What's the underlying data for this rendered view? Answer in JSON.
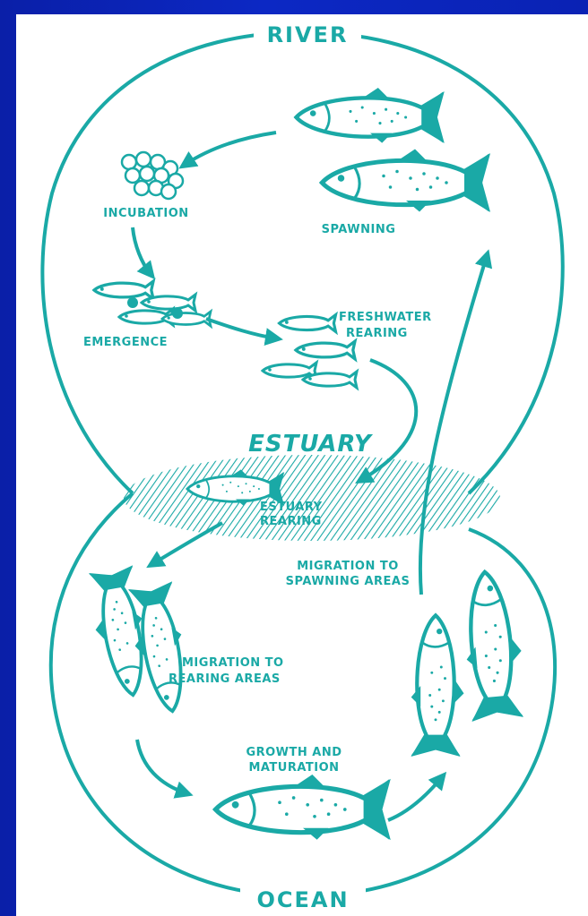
{
  "colors": {
    "background": "#0c28c4",
    "panel": "#ffffff",
    "ink": "#1aa9a6"
  },
  "diagram": {
    "top_label": "RIVER",
    "bottom_label": "OCEAN",
    "estuary_label": "ESTUARY",
    "stages": {
      "incubation": "INCUBATION",
      "spawning": "SPAWNING",
      "emergence": "EMERGENCE",
      "freshwater_rearing_line1": "FRESHWATER",
      "freshwater_rearing_line2": "REARING",
      "estuary_rearing_line1": "ESTUARY",
      "estuary_rearing_line2": "REARING",
      "migration_spawning_line1": "MIGRATION TO",
      "migration_spawning_line2": "SPAWNING AREAS",
      "migration_rearing_line1": "MIGRATION TO",
      "migration_rearing_line2": "REARING AREAS",
      "growth_line1": "GROWTH AND",
      "growth_line2": "MATURATION"
    }
  }
}
